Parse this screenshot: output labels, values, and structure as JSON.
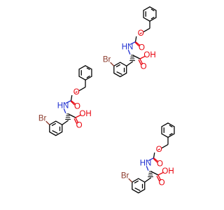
{
  "molecule": {
    "labels": {
      "O_ester": "O",
      "O_carbonyl": "O",
      "NH": "HN",
      "OH": "OH",
      "O_acid": "O",
      "Br": "Br"
    }
  },
  "colors": {
    "carbon": "#000000",
    "oxygen": "#e8000b",
    "nitrogen": "#1f2fd0",
    "bromine": "#8b3a2b",
    "background": "#ffffff"
  },
  "copies": 3
}
